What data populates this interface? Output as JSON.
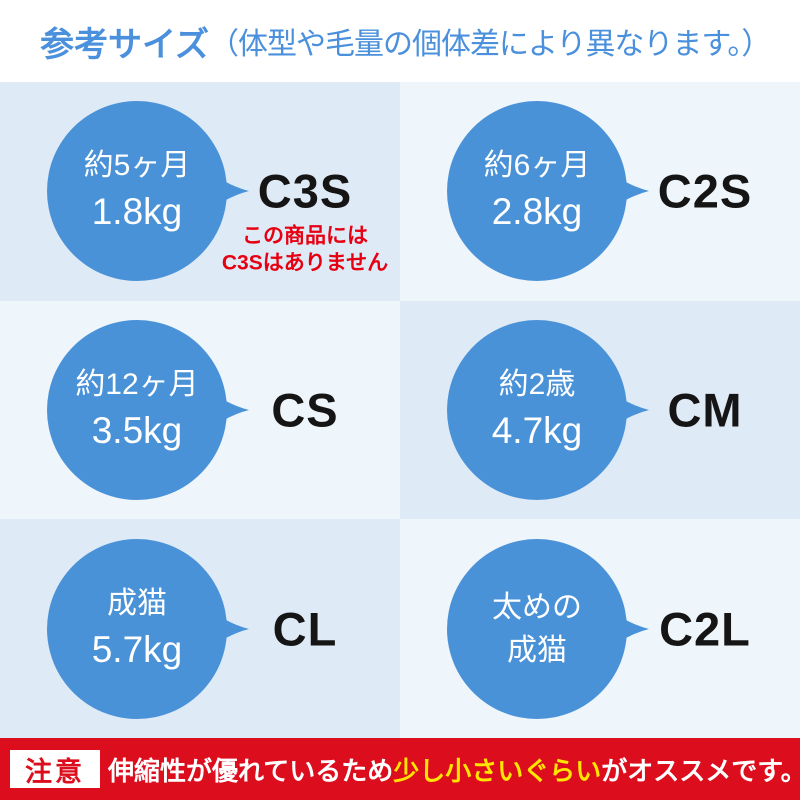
{
  "title": {
    "main": "参考サイズ",
    "sub": "（体型や毛量の個体差により異なります。）"
  },
  "cells": [
    {
      "age": "約5ヶ月",
      "weight": "1.8kg",
      "code": "C3S",
      "note1": "この商品には",
      "note2": "C3Sはありません"
    },
    {
      "age": "約6ヶ月",
      "weight": "2.8kg",
      "code": "C2S"
    },
    {
      "age": "約12ヶ月",
      "weight": "3.5kg",
      "code": "CS"
    },
    {
      "age": "約2歳",
      "weight": "4.7kg",
      "code": "CM"
    },
    {
      "age": "成猫",
      "weight": "5.7kg",
      "code": "CL"
    },
    {
      "age": "太めの",
      "weight": "成猫",
      "code": "C2L"
    }
  ],
  "footer": {
    "badge": "注意",
    "before": "伸縮性が優れているため",
    "highlight": "少し小さいぐらい",
    "after": "がオススメです。"
  },
  "colors": {
    "title_blue": "#4a90dc",
    "bubble_blue": "#4a92d8",
    "cell_dark": "#dfeaf7",
    "cell_light": "#eef5fb",
    "alert_red": "#dc0d1c",
    "note_red": "#e60012",
    "highlight_yellow": "#ffe600"
  }
}
